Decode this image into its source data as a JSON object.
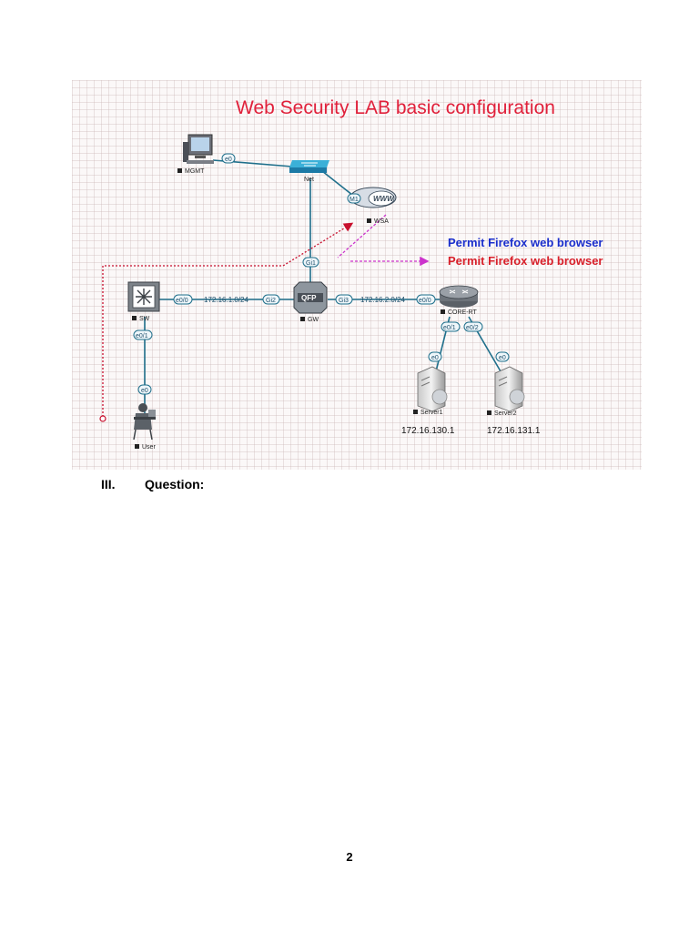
{
  "diagram": {
    "title": "Web Security LAB basic configuration",
    "nodes": {
      "mgmt": "MGMT",
      "net": "Net",
      "wsa": "WSA",
      "wsa_logo": "WWW",
      "sw": "SW",
      "gw": "GW",
      "gw_logo": "QFP",
      "core_rt": "CORE-RT",
      "server1": "Server1",
      "server2": "Server2",
      "user": "User"
    },
    "interfaces": {
      "mgmt_e0": "e0",
      "wsa_m1": "M1",
      "gw_gi1": "Gi1",
      "gw_gi2": "Gi2",
      "gw_gi3": "Gi3",
      "sw_e0_0": "e0/0",
      "sw_e0_1": "e0/1",
      "user_e0": "e0",
      "core_e0_0": "e0/0",
      "core_e0_1": "e0/1",
      "core_e0_2": "e0/2",
      "server1_e0": "e0",
      "server2_e0": "e0"
    },
    "subnets": {
      "left": "172.16.1.0/24",
      "right": "172.16.2.0/24"
    },
    "annotations": {
      "permit_blue": "Permit Firefox web browser",
      "permit_red": "Permit Firefox web browser"
    },
    "server_ips": {
      "server1": "172.16.130.1",
      "server2": "172.16.131.1"
    },
    "colors": {
      "link": "#1f6f8b",
      "title": "#e0203a",
      "permit_blue": "#1a2ecc",
      "permit_red": "#d8202a",
      "path_red": "#c8102e",
      "path_magenta": "#cc33cc"
    }
  },
  "section": {
    "number": "III.",
    "heading": "Question:"
  },
  "page_number": "2"
}
